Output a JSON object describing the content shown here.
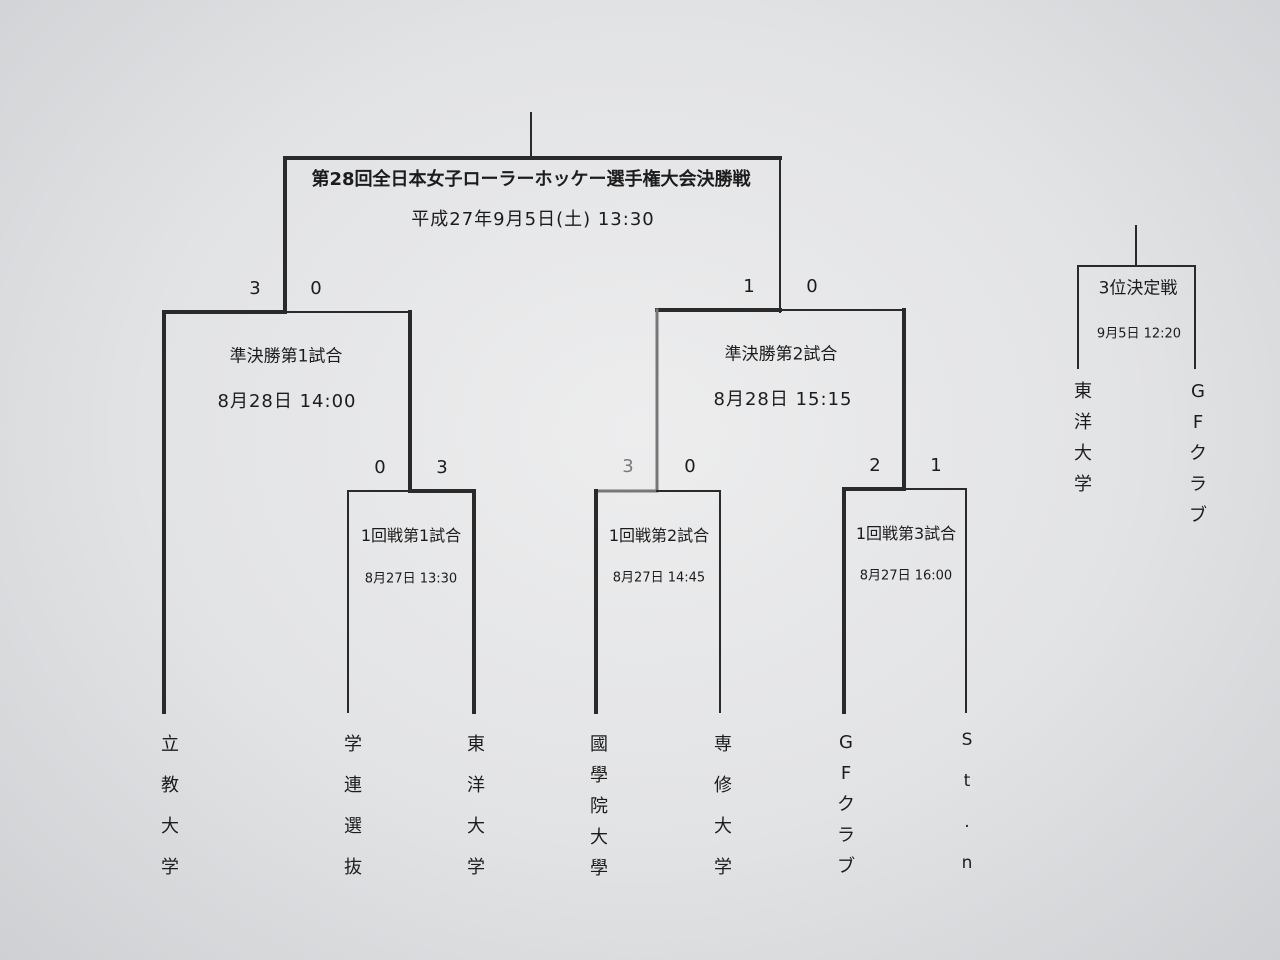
{
  "final": {
    "title": "第28回全日本女子ローラーホッケー選手権大会決勝戦",
    "datetime": "平成27年9月5日(土)  13:30",
    "score_left": "3",
    "score_right": "0"
  },
  "semi1": {
    "name": "準決勝第1試合",
    "datetime": "8月28日  14:00",
    "score_left": "0",
    "score_right": "3"
  },
  "semi2": {
    "name": "準決勝第2試合",
    "datetime": "8月28日  15:15",
    "score_top_left": "1",
    "score_top_right": "0",
    "score_left": "3",
    "score_right": "0",
    "score_r3_left": "2",
    "score_r3_right": "1"
  },
  "round1": [
    {
      "name": "1回戦第1試合",
      "datetime": "8月27日   13:30"
    },
    {
      "name": "1回戦第2試合",
      "datetime": "8月27日   14:45"
    },
    {
      "name": "1回戦第3試合",
      "datetime": "8月27日   16:00"
    }
  ],
  "third_place": {
    "name": "3位決定戦",
    "datetime": "9月5日   12:20",
    "team_left": [
      "東",
      "洋",
      "大",
      "学"
    ],
    "team_right": [
      "G",
      "F",
      "ク",
      "ラ",
      "ブ"
    ]
  },
  "teams": [
    {
      "chars": [
        "立",
        "教",
        "大",
        "学"
      ]
    },
    {
      "chars": [
        "学",
        "連",
        "選",
        "抜"
      ]
    },
    {
      "chars": [
        "東",
        "洋",
        "大",
        "学"
      ]
    },
    {
      "chars": [
        "國",
        "學",
        "院",
        "大",
        "學"
      ]
    },
    {
      "chars": [
        "専",
        "修",
        "大",
        "学"
      ]
    },
    {
      "chars": [
        "G",
        "F",
        "ク",
        "ラ",
        "ブ"
      ]
    },
    {
      "chars": [
        "S",
        "t",
        ".",
        "n"
      ]
    }
  ]
}
